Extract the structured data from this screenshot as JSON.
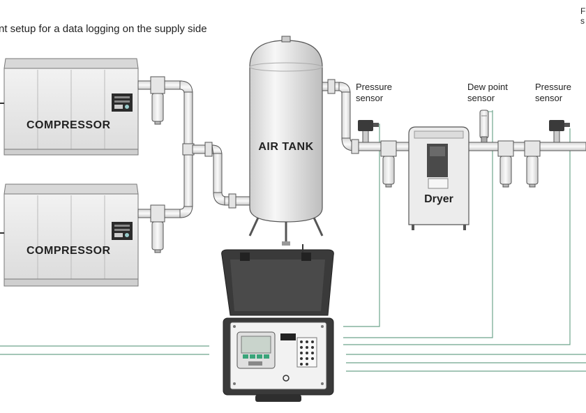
{
  "header": {
    "title": "nt setup for a data logging on the supply side",
    "corner_line1": "F",
    "corner_line2": "s"
  },
  "components": {
    "compressor_top_label": "COMPRESSOR",
    "compressor_bottom_label": "COMPRESSOR",
    "air_tank_label": "AIR TANK",
    "dryer_label": "Dryer"
  },
  "sensors": {
    "pressure1_line1": "Pressure",
    "pressure1_line2": "sensor",
    "dewpoint_line1": "Dew point",
    "dewpoint_line2": "sensor",
    "pressure2_line1": "Pressure",
    "pressure2_line2": "sensor"
  },
  "colors": {
    "pipe_fill": "#ececec",
    "pipe_stroke": "#555555",
    "signal_line": "#6ea58c",
    "case_dark": "#3a3a3a",
    "text": "#222222"
  }
}
